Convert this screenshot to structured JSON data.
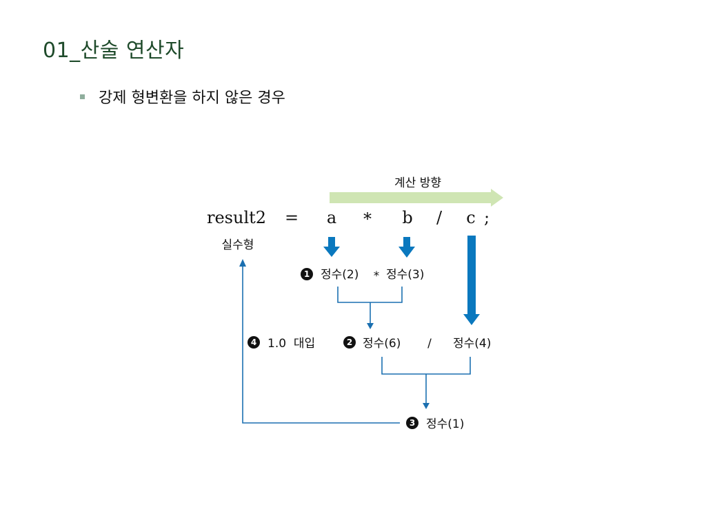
{
  "slide": {
    "title": "01_산술 연산자",
    "bullet_text": "강제 형변환을 하지 않은 경우"
  },
  "diagram": {
    "direction_label": "계산 방향",
    "expression": {
      "lhs": "result2",
      "equals": "=",
      "a": "a",
      "mul": "*",
      "b": "b",
      "div": "/",
      "c": "c",
      "semi": ";"
    },
    "result_type": "실수형",
    "step1": {
      "num": "1",
      "left": "정수(2)",
      "op": "*",
      "right": "정수(3)"
    },
    "step2": {
      "num": "2",
      "left": "정수(6)",
      "op": "/",
      "right": "정수(4)"
    },
    "step3": {
      "num": "3",
      "text": "정수(1)"
    },
    "step4": {
      "num": "4",
      "text": "1.0  대입"
    },
    "colors": {
      "arrow_blue": "#0a78be",
      "line_blue": "#1a6fb0",
      "direction_green": "#cfe5b3",
      "title_green": "#1f4b2b"
    }
  }
}
